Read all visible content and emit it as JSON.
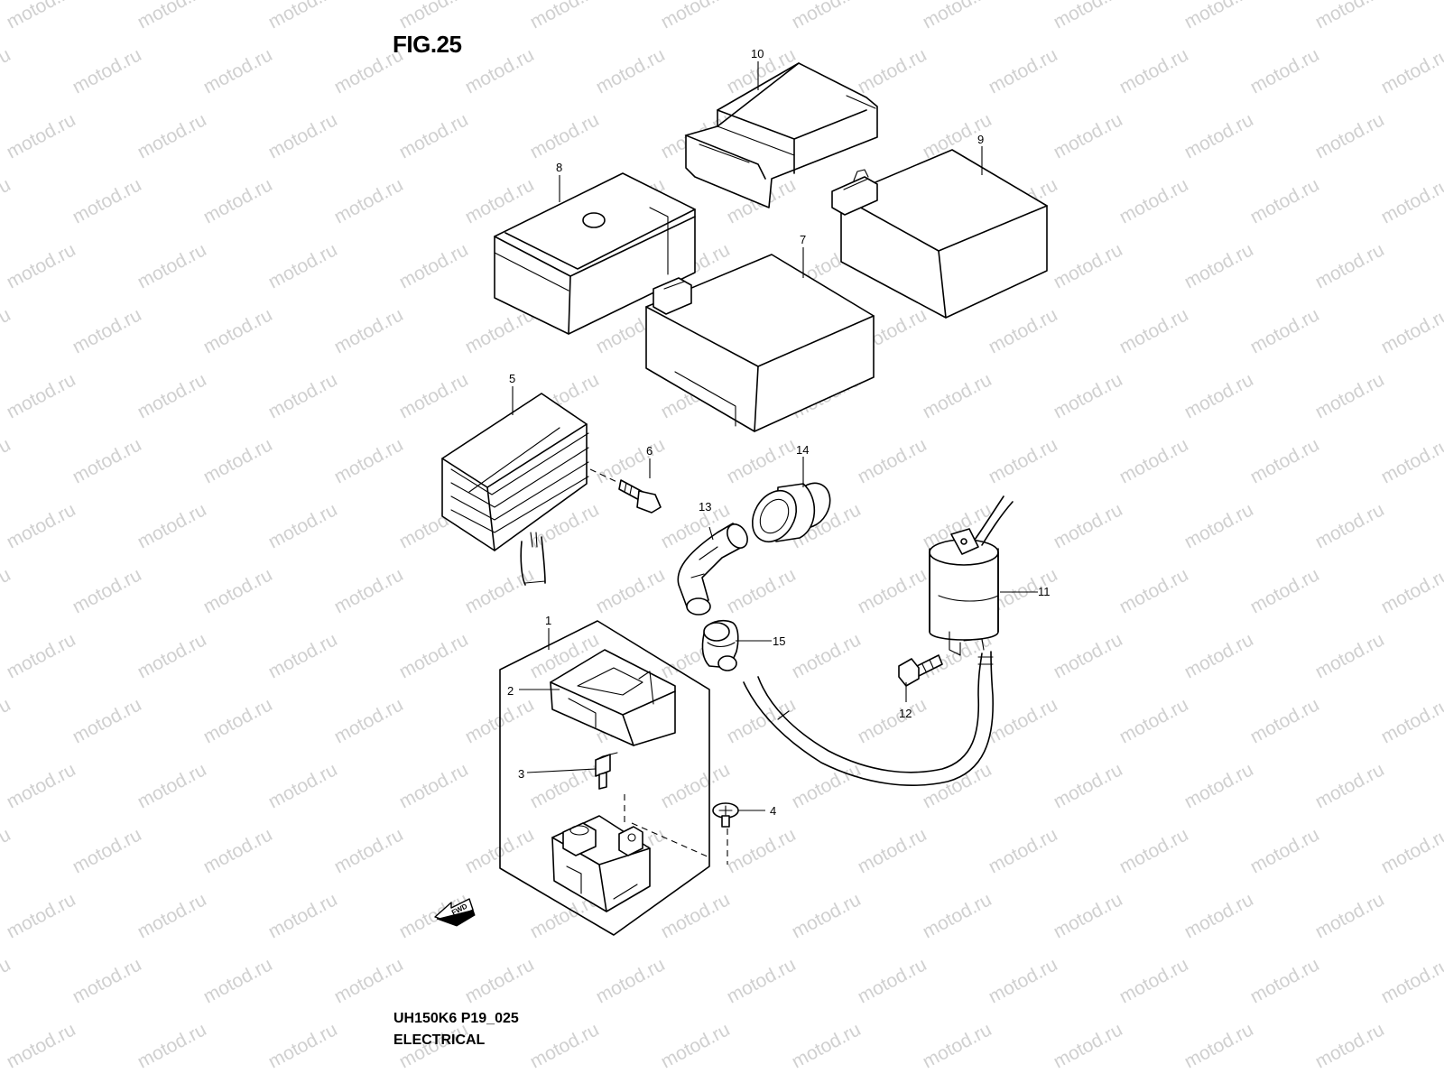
{
  "figure": {
    "title": "FIG.25",
    "model_code": "UH150K6 P19_025",
    "section": "ELECTRICAL",
    "direction_label": "FWD"
  },
  "watermark": {
    "text": "motod.ru"
  },
  "callouts": [
    {
      "id": "c1",
      "text": "1"
    },
    {
      "id": "c2",
      "text": "2"
    },
    {
      "id": "c3",
      "text": "3"
    },
    {
      "id": "c4",
      "text": "4"
    },
    {
      "id": "c5",
      "text": "5"
    },
    {
      "id": "c6",
      "text": "6"
    },
    {
      "id": "c7",
      "text": "7"
    },
    {
      "id": "c8",
      "text": "8"
    },
    {
      "id": "c9",
      "text": "9"
    },
    {
      "id": "c10",
      "text": "10"
    },
    {
      "id": "c11",
      "text": "11"
    },
    {
      "id": "c12",
      "text": "12"
    },
    {
      "id": "c13",
      "text": "13"
    },
    {
      "id": "c14",
      "text": "14"
    },
    {
      "id": "c15",
      "text": "15"
    }
  ]
}
